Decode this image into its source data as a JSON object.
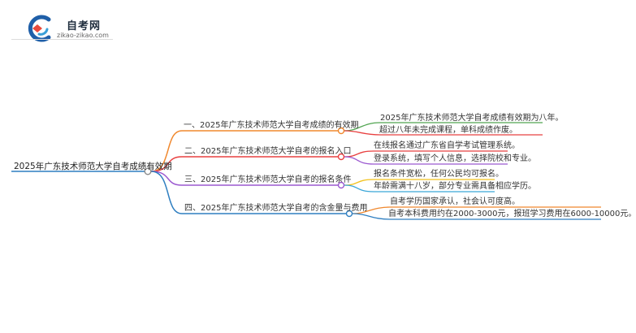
{
  "logo": {
    "title": "自考网",
    "domain": "zikao-zikao.com"
  },
  "root": {
    "label": "2025年广东技术师范大学自考成绩有效期"
  },
  "branches": [
    {
      "label": "一、2025年广东技术师范大学自考成绩的有效期",
      "color": "#f0882e",
      "leaves": [
        "2025年广东技术师范大学自考成绩有效期为八年。",
        "超过八年未完成课程，单科成绩作废。"
      ],
      "leaf_colors": [
        "#52a552",
        "#e84040"
      ]
    },
    {
      "label": "二、2025年广东技术师范大学自考的报名入口",
      "color": "#e84040",
      "leaves": [
        "在线报名通过广东省自学考试管理系统。",
        "登录系统，填写个人信息，选择院校和专业。"
      ],
      "leaf_colors": [
        "#e84040",
        "#9b59d0"
      ]
    },
    {
      "label": "三、2025年广东技术师范大学自考的报名条件",
      "color": "#9b59d0",
      "leaves": [
        "报名条件宽松，任何公民均可报名。",
        "年龄需满十八岁，部分专业需具备相应学历。"
      ],
      "leaf_colors": [
        "#f2c21e",
        "#3aa6d8"
      ]
    },
    {
      "label": "四、2025年广东技术师范大学自考的含金量与费用",
      "color": "#2f7fc1",
      "leaves": [
        "自考学历国家承认，社会认可度高。",
        "自考本科费用约在2000-3000元，报班学习费用在6000-10000元。"
      ],
      "leaf_colors": [
        "#f0882e",
        "#2f7fc1"
      ]
    }
  ]
}
